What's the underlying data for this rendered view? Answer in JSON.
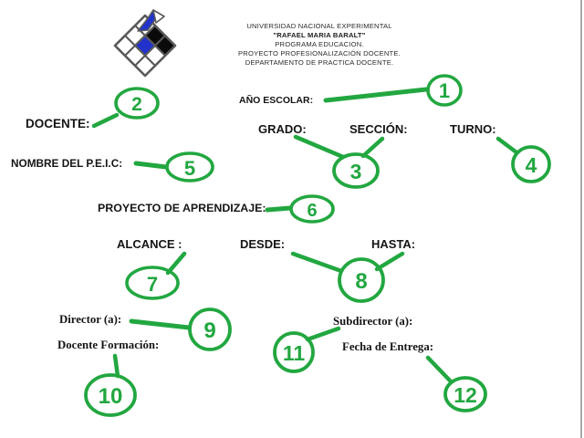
{
  "header": {
    "lines": [
      "UNIVERSIDAD NACIONAL EXPERIMENTAL",
      "\"RAFAEL MARIA BARALT\"",
      "PROGRAMA EDUCACION.",
      "PROYECTO PROFESIONALIZACIÓN DOCENTE.",
      "DEPARTAMENTO DE PRACTICA DOCENTE."
    ]
  },
  "logo": {
    "name": "unermb-diamond-logo",
    "colors": {
      "outline": "#5a5a5a",
      "black_cell": "#0a0a0a",
      "blue_cell": "#2233cc",
      "white_cell": "#ffffff"
    }
  },
  "fields": {
    "anio_escolar": "AÑO ESCOLAR:",
    "docente": "DOCENTE:",
    "grado": "GRADO:",
    "seccion": "SECCIÓN:",
    "turno": "TURNO:",
    "nombre_peic": "NOMBRE DEL P.E.I.C:",
    "proyecto_aprendizaje": "PROYECTO DE APRENDIZAJE:",
    "alcance": "ALCANCE :",
    "desde": "DESDE:",
    "hasta": "HASTA:",
    "director": "Director (a):",
    "subdirector": "Subdirector (a):",
    "docente_formacion": "Docente Formación:",
    "fecha_entrega": "Fecha de Entrega:"
  },
  "annotations": {
    "accent_color": "#22a740",
    "callouts": [
      {
        "number": "1",
        "target": "anio_escolar"
      },
      {
        "number": "2",
        "target": "docente"
      },
      {
        "number": "3",
        "target": "grado_seccion"
      },
      {
        "number": "4",
        "target": "turno"
      },
      {
        "number": "5",
        "target": "nombre_peic"
      },
      {
        "number": "6",
        "target": "proyecto_aprendizaje"
      },
      {
        "number": "7",
        "target": "alcance"
      },
      {
        "number": "8",
        "target": "desde_hasta"
      },
      {
        "number": "9",
        "target": "director"
      },
      {
        "number": "10",
        "target": "docente_formacion"
      },
      {
        "number": "11",
        "target": "subdirector"
      },
      {
        "number": "12",
        "target": "fecha_entrega"
      }
    ]
  }
}
